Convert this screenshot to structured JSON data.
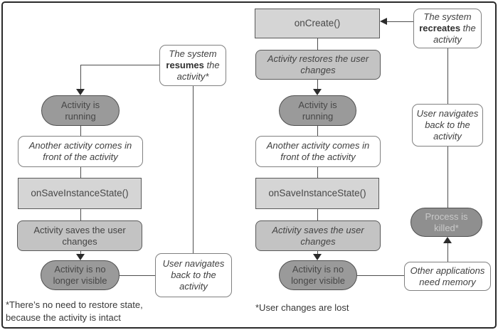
{
  "palette": {
    "frame_border": "#2a2a2a",
    "stadium_fill": "#9a9a9a",
    "stadium_killed_fill": "#8f8f8f",
    "stadium_killed_text": "#c9c9c9",
    "rect_fill": "#d5d5d5",
    "gray_round_fill": "#c3c3c3",
    "line": "#4d4d4d",
    "white_box_border": "#808080"
  },
  "left_flow": {
    "resume_note": {
      "pre": "The system ",
      "bold": "resumes",
      "post": " the activity*"
    },
    "running": "Activity is running",
    "another": "Another activity comes in front of the activity",
    "on_save": "onSaveInstanceState()",
    "saves": "Activity saves the user changes",
    "no_longer": "Activity is no longer visible",
    "user_nav": "User navigates back to the activity",
    "footnote_line1": "*There’s no need to restore state,",
    "footnote_line2": "because the activity is intact"
  },
  "right_flow": {
    "on_create": "onCreate()",
    "recreate_note": {
      "pre": "The system ",
      "bold": "recreates",
      "post": " the activity"
    },
    "restores": "Activity restores the user changes",
    "running": "Activity is running",
    "another": "Another activity comes in front of the activity",
    "on_save": "onSaveInstanceState()",
    "saves": "Activity saves the user changes",
    "no_longer": "Activity is no longer visible",
    "user_nav": "User navigates back to the activity",
    "other_apps": "Other applications need memory",
    "process_killed": "Process is killed*",
    "footnote": "*User changes are lost"
  }
}
